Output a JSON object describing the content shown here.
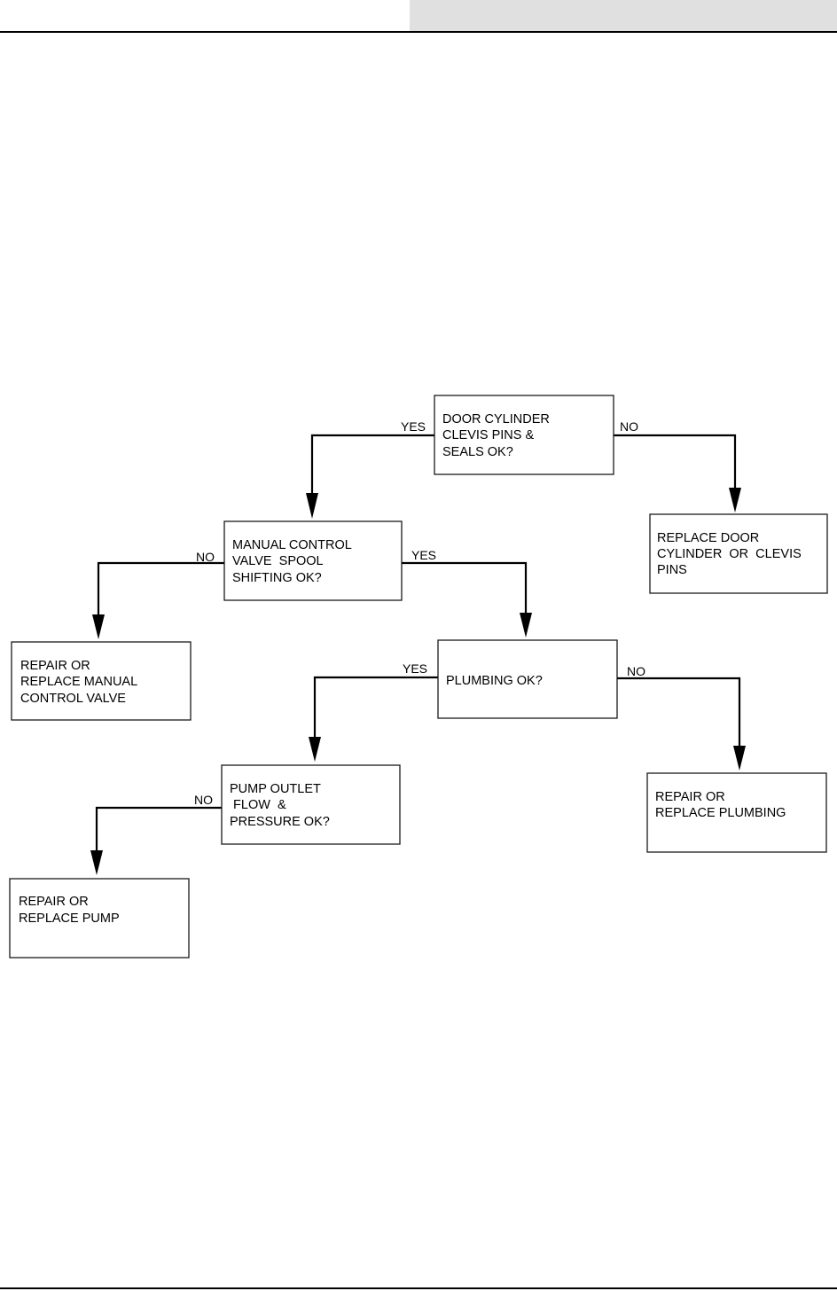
{
  "nodes": {
    "door_cylinder": {
      "lines": [
        "DOOR CYLINDER",
        "CLEVIS PINS &",
        "SEALS OK?"
      ]
    },
    "replace_door": {
      "lines": [
        "REPLACE DOOR",
        "CYLINDER  OR  CLEVIS",
        "PINS"
      ]
    },
    "manual_valve": {
      "lines": [
        "MANUAL CONTROL",
        "VALVE  SPOOL",
        "SHIFTING OK?"
      ]
    },
    "repair_valve": {
      "lines": [
        "REPAIR OR",
        "REPLACE MANUAL",
        "CONTROL VALVE"
      ]
    },
    "plumbing": {
      "lines": [
        "PLUMBING OK?"
      ]
    },
    "repair_plumbing": {
      "lines": [
        "REPAIR OR",
        "REPLACE PLUMBING"
      ]
    },
    "pump_outlet": {
      "lines": [
        "PUMP OUTLET",
        " FLOW  &",
        "PRESSURE OK?"
      ]
    },
    "repair_pump": {
      "lines": [
        "REPAIR OR",
        "REPLACE PUMP"
      ]
    }
  },
  "labels": {
    "door_yes": "YES",
    "door_no": "NO",
    "valve_no": "NO",
    "valve_yes": "YES",
    "plumbing_yes": "YES",
    "plumbing_no": "NO",
    "pump_no": "NO"
  }
}
